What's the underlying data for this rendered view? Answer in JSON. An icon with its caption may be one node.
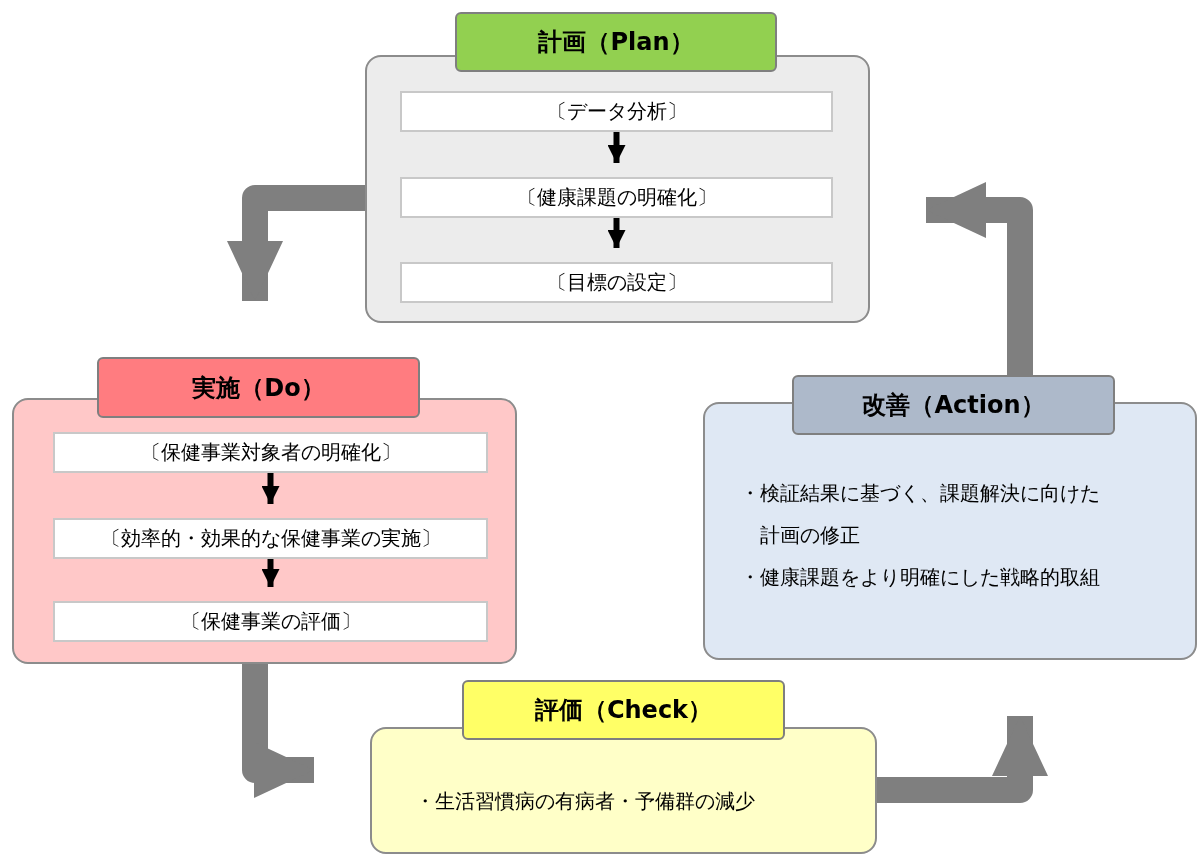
{
  "diagram": {
    "nodes": [
      {
        "text": [
          "計画（Plan）"
        ]
      },
      {
        "text": [
          "〔データ分析〕"
        ],
        "in": 0
      },
      {
        "text": [
          "〔健康課題の明確化〕"
        ],
        "in": 0
      },
      {
        "text": [
          "〔目標の設定〕"
        ],
        "in": 0
      },
      {
        "text": [
          "実施（Do）"
        ]
      },
      {
        "text": [
          "〔保健事業対象者の明確化〕"
        ],
        "in": 4
      },
      {
        "text": [
          "〔効率的・効果的な保健事業の実施〕"
        ],
        "in": 4
      },
      {
        "text": [
          "〔保健事業の評価〕"
        ],
        "in": 4
      },
      {
        "text": [
          "評価（Check）",
          "・生活習慣病の有病者・予備群の減少"
        ]
      },
      {
        "text": [
          "改善（Action）",
          "・検証結果に基づく、課題解決に向けた計画の修正",
          "・健康課題をより明確にした戦略的取組"
        ]
      }
    ],
    "edges": [
      {
        "from": 1,
        "to": 2,
        "arrow": "to"
      },
      {
        "from": 2,
        "to": 3,
        "arrow": "to"
      },
      {
        "from": 5,
        "to": 6,
        "arrow": "to"
      },
      {
        "from": 6,
        "to": 7,
        "arrow": "to"
      },
      {
        "from": 0,
        "to": 4,
        "arrow": "to",
        "style": "thick",
        "color": "#7f7f7f"
      },
      {
        "from": 4,
        "to": 8,
        "arrow": "to",
        "style": "thick",
        "color": "#7f7f7f"
      },
      {
        "from": 8,
        "to": 9,
        "arrow": "to",
        "style": "thick",
        "color": "#7f7f7f"
      },
      {
        "from": 9,
        "to": 0,
        "arrow": "to",
        "style": "thick",
        "color": "#7f7f7f"
      }
    ]
  }
}
